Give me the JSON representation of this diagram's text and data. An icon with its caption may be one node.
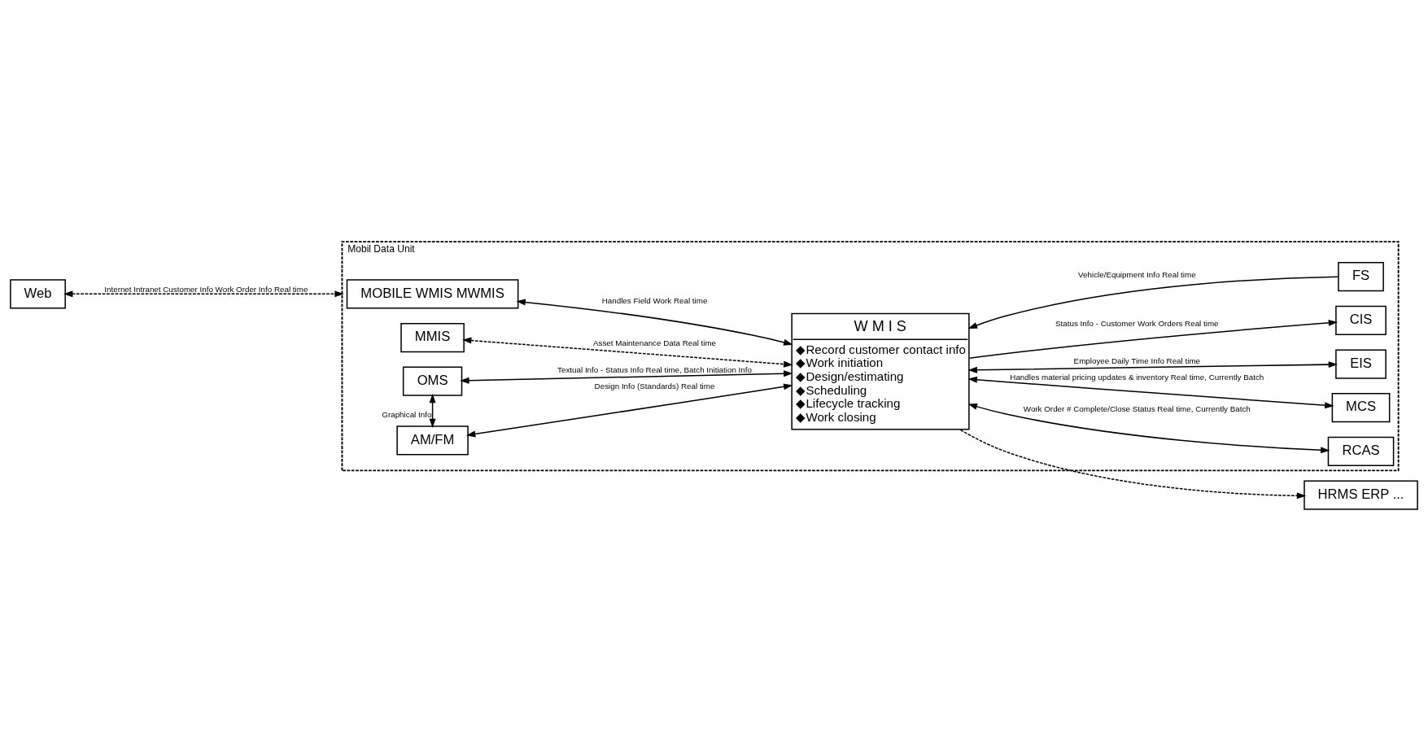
{
  "diagram": {
    "nodes": [
      {
        "text": [
          "Mobil Data Unit"
        ]
      },
      {
        "text": [
          "MOBILE WMIS MWMIS"
        ],
        "in": 0
      },
      {
        "text": [
          "W M I S",
          "◆Record customer contact info",
          "◆Work initiation",
          "◆Design/estimating",
          "◆Scheduling",
          "◆Lifecycle tracking",
          "◆Work closing"
        ],
        "in": 0
      },
      {
        "text": [
          "MMIS"
        ],
        "in": 0
      },
      {
        "text": [
          "AM/FM"
        ],
        "in": 0
      },
      {
        "text": [
          "OMS"
        ],
        "in": 0
      },
      {
        "text": [
          "RCAS"
        ],
        "in": 0
      },
      {
        "text": [
          "MCS"
        ],
        "in": 0
      },
      {
        "text": [
          "FS"
        ],
        "in": 0
      },
      {
        "text": [
          "EIS"
        ],
        "in": 0
      },
      {
        "text": [
          "CIS"
        ],
        "in": 0
      },
      {
        "text": [
          "HRMS ERP ..."
        ]
      },
      {
        "text": [
          "Web"
        ]
      }
    ],
    "edges": [
      {
        "from": 1,
        "to": 2,
        "arrow": "both",
        "label": "Handles Field Work Real time"
      },
      {
        "from": 3,
        "to": 2,
        "arrow": "both",
        "style": "dashed",
        "label": "Asset Maintenance Data Real time"
      },
      {
        "from": 4,
        "to": 2,
        "arrow": "both",
        "label": "Design Info (Standards) Real time"
      },
      {
        "from": 4,
        "to": 5,
        "arrow": "both",
        "label": "Graphical Info"
      },
      {
        "from": 5,
        "to": 2,
        "arrow": "both",
        "label": "Textual Info - Status Info Real time, Batch Initiation Info"
      },
      {
        "from": 2,
        "to": 6,
        "arrow": "both",
        "label": "Work Order # Complete/Close Status Real time, Currently Batch"
      },
      {
        "from": 2,
        "to": 7,
        "arrow": "both",
        "label": "Handles material pricing updates & inventory Real time, Currently Batch"
      },
      {
        "from": 8,
        "to": 2,
        "arrow": "to",
        "label": "Vehicle/Equipment Info Real time"
      },
      {
        "from": 2,
        "to": 9,
        "arrow": "both",
        "label": "Employee Daily Time Info Real time"
      },
      {
        "from": 2,
        "to": 10,
        "arrow": "to",
        "label": "Status Info - Customer Work Orders Real time"
      },
      {
        "from": 2,
        "to": 11,
        "arrow": "to",
        "style": "dashed"
      },
      {
        "from": 12,
        "to": 0,
        "arrow": "both",
        "style": "dashed",
        "label": "Internet Intranet Customer Info Work Order Info Real time"
      }
    ]
  }
}
